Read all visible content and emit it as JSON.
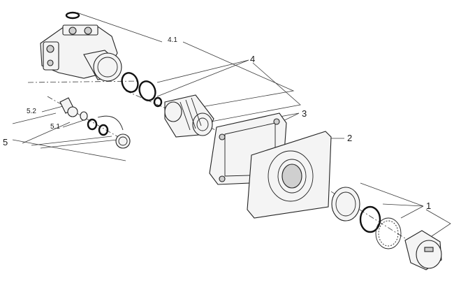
{
  "diagram": {
    "callouts": {
      "c1": "1",
      "c2": "2",
      "c3": "3",
      "c4": "4",
      "c41": "4.1",
      "c5": "5",
      "c51": "5.1",
      "c52": "5.2"
    }
  }
}
